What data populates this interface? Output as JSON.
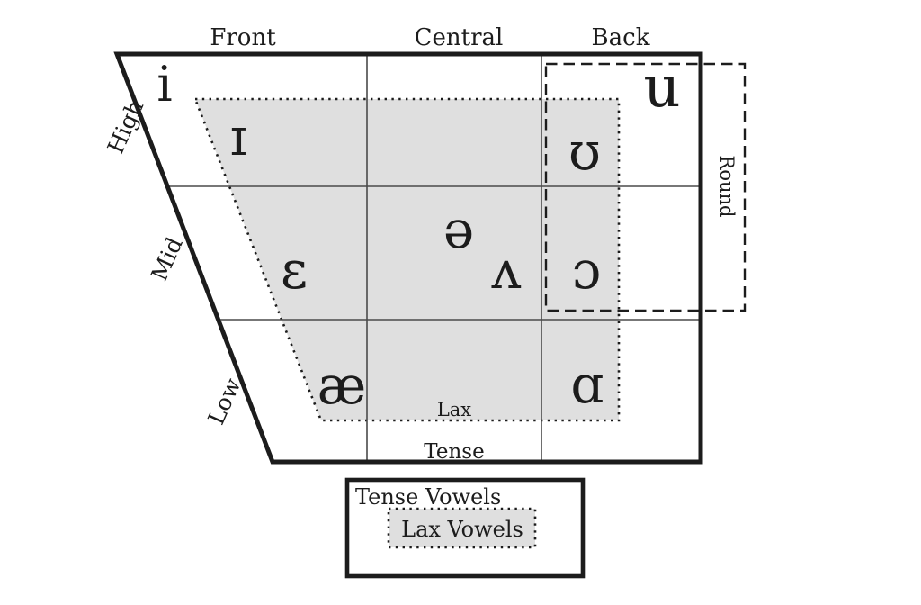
{
  "figure": {
    "backness_labels": {
      "front": "Front",
      "central": "Central",
      "back": "Back"
    },
    "height_labels": {
      "high": "High",
      "mid": "Mid",
      "low": "Low"
    },
    "round_label": "Round",
    "lax_area_label": "Lax",
    "tense_area_label": "Tense",
    "vowels": {
      "i": "i",
      "small_cap_i": "ɪ",
      "u": "u",
      "upsilon": "ʊ",
      "schwa": "ə",
      "epsilon": "ɛ",
      "turned_v": "ʌ",
      "open_o": "ɔ",
      "ash": "æ",
      "script_a": "ɑ"
    },
    "legend": {
      "tense": "Tense Vowels",
      "lax": "Lax Vowels"
    },
    "colors": {
      "lax_fill": "#dfdfdf",
      "ink": "#1c1c1c",
      "grid_line": "#4a4a4a"
    }
  }
}
